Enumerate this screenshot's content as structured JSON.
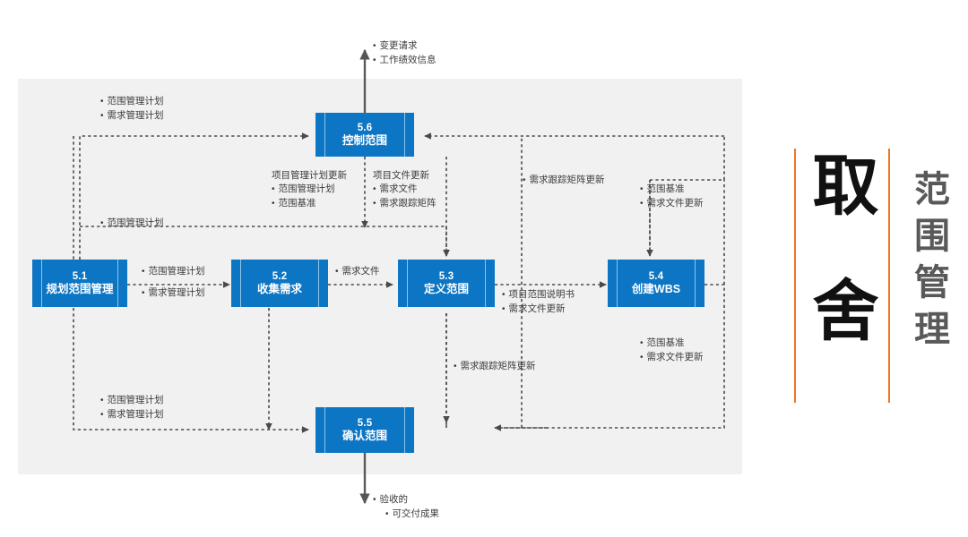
{
  "diagram": {
    "title_vertical": "取舍",
    "subtitle_vertical": "范围管理",
    "accent_color": "#ef7722",
    "box_color": "#0d76c4",
    "panel_color": "#f1f1f1"
  },
  "processes": [
    {
      "id": "p51",
      "number": "5.1",
      "name": "规划范围管理"
    },
    {
      "id": "p52",
      "number": "5.2",
      "name": "收集需求"
    },
    {
      "id": "p53",
      "number": "5.3",
      "name": "定义范围"
    },
    {
      "id": "p54",
      "number": "5.4",
      "name": "创建WBS"
    },
    {
      "id": "p55",
      "number": "5.5",
      "name": "确认范围"
    },
    {
      "id": "p56",
      "number": "5.6",
      "name": "控制范围"
    }
  ],
  "labels": {
    "top_output": {
      "items": [
        "变更请求",
        "工作绩效信息"
      ]
    },
    "top_left_plans": {
      "items": [
        "范围管理计划",
        "需求管理计划"
      ]
    },
    "mid_left_plan": {
      "items": [
        "范围管理计划"
      ]
    },
    "pm_plan_update": {
      "header": "项目管理计划更新",
      "items": [
        "范围管理计划",
        "范围基准"
      ]
    },
    "doc_update": {
      "header": "项目文件更新",
      "items": [
        "需求文件",
        "需求跟踪矩阵"
      ]
    },
    "rtm_update_top": {
      "items": [
        "需求跟踪矩阵更新"
      ]
    },
    "baseline_docs_top": {
      "items": [
        "范围基准",
        "需求文件更新"
      ]
    },
    "p51_outputs": {
      "items": [
        "范围管理计划",
        "需求管理计划"
      ]
    },
    "req_doc": {
      "items": [
        "需求文件"
      ]
    },
    "scope_statement": {
      "items": [
        "项目范围说明书",
        "需求文件更新"
      ]
    },
    "baseline_docs_bottom": {
      "items": [
        "范围基准",
        "需求文件更新"
      ]
    },
    "rtm_update_bottom": {
      "items": [
        "需求跟踪矩阵更新"
      ]
    },
    "bottom_left_plans": {
      "items": [
        "范围管理计划",
        "需求管理计划"
      ]
    },
    "bottom_output": {
      "items": [
        "验收的",
        "可交付成果"
      ]
    }
  }
}
